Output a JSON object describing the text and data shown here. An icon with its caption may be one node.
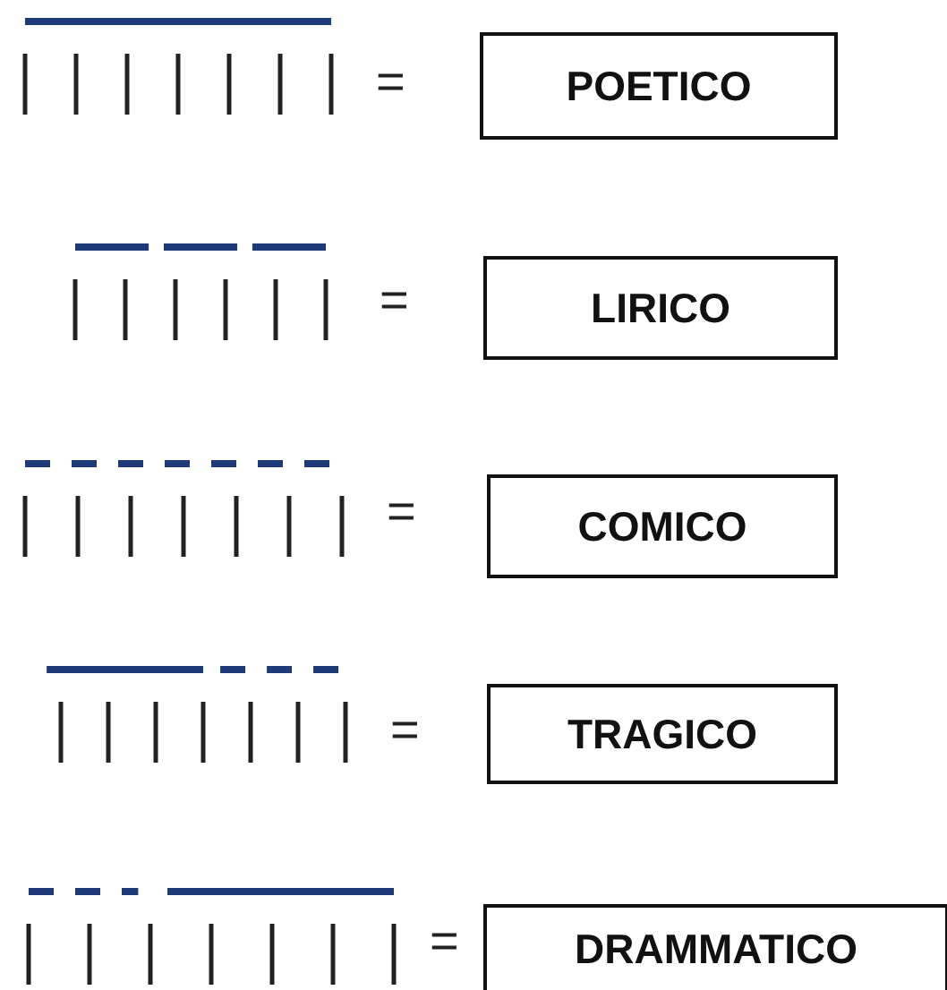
{
  "diagram": {
    "nodes": [
      {
        "text": [
          "POETICO"
        ]
      },
      {
        "text": [
          "LIRICO"
        ]
      },
      {
        "text": [
          "COMICO"
        ]
      },
      {
        "text": [
          "TRAGICO"
        ]
      },
      {
        "text": [
          "DRAMMATICO"
        ]
      }
    ],
    "labels": [
      "=",
      "=",
      "=",
      "=",
      "="
    ]
  }
}
